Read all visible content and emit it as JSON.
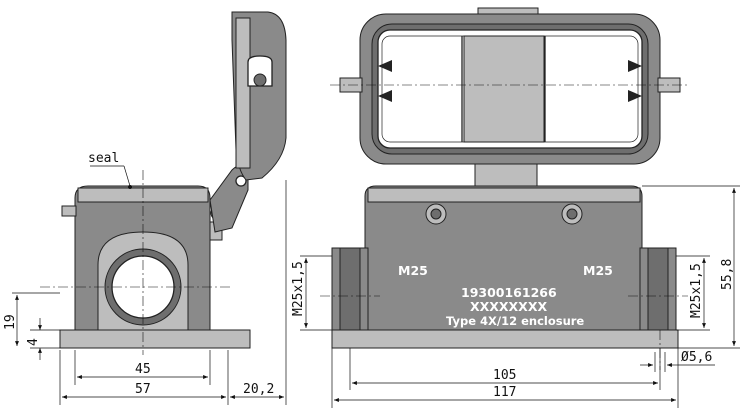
{
  "labels": {
    "seal": "seal",
    "m25_left": "M25",
    "m25_right": "M25",
    "part_number": "19300161266",
    "serial": "XXXXXXXX",
    "enclosure": "Type 4X/12 enclosure"
  },
  "dimensions": {
    "d45": "45",
    "d57": "57",
    "d20_2": "20,2",
    "d19": "19",
    "d4": "4",
    "m25x1_5_left": "M25x1,5",
    "m25x1_5_right": "M25x1,5",
    "d105": "105",
    "d117": "117",
    "d5_6": "Ø5,6",
    "d55_8": "55,8"
  }
}
